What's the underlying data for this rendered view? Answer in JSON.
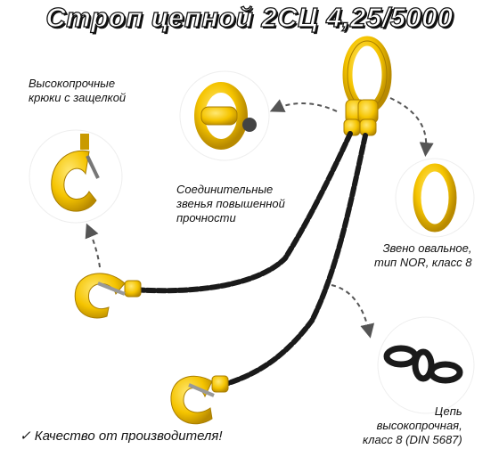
{
  "title": "Строп цепной 2СЦ 4,25/5000",
  "labels": {
    "hooks": [
      "Высокопрочные",
      "крюки с защелкой"
    ],
    "connectors": [
      "Соединительные",
      "звенья повышенной",
      "прочности"
    ],
    "oval_link": [
      "Звено овальное,",
      "тип NOR, класс 8"
    ],
    "chain": [
      "Цепь",
      "высокопрочная,",
      "класс 8 (DIN 5687)"
    ]
  },
  "footer": "✓ Качество от производителя!",
  "colors": {
    "yellow": "#f5c400",
    "yellow_dark": "#c99a00",
    "chain": "#1a1a1a",
    "arrow": "#555555"
  },
  "icons": [
    "hook-detail-icon",
    "connector-link-detail-icon",
    "oval-link-detail-icon",
    "chain-detail-icon",
    "sling-product-icon"
  ]
}
